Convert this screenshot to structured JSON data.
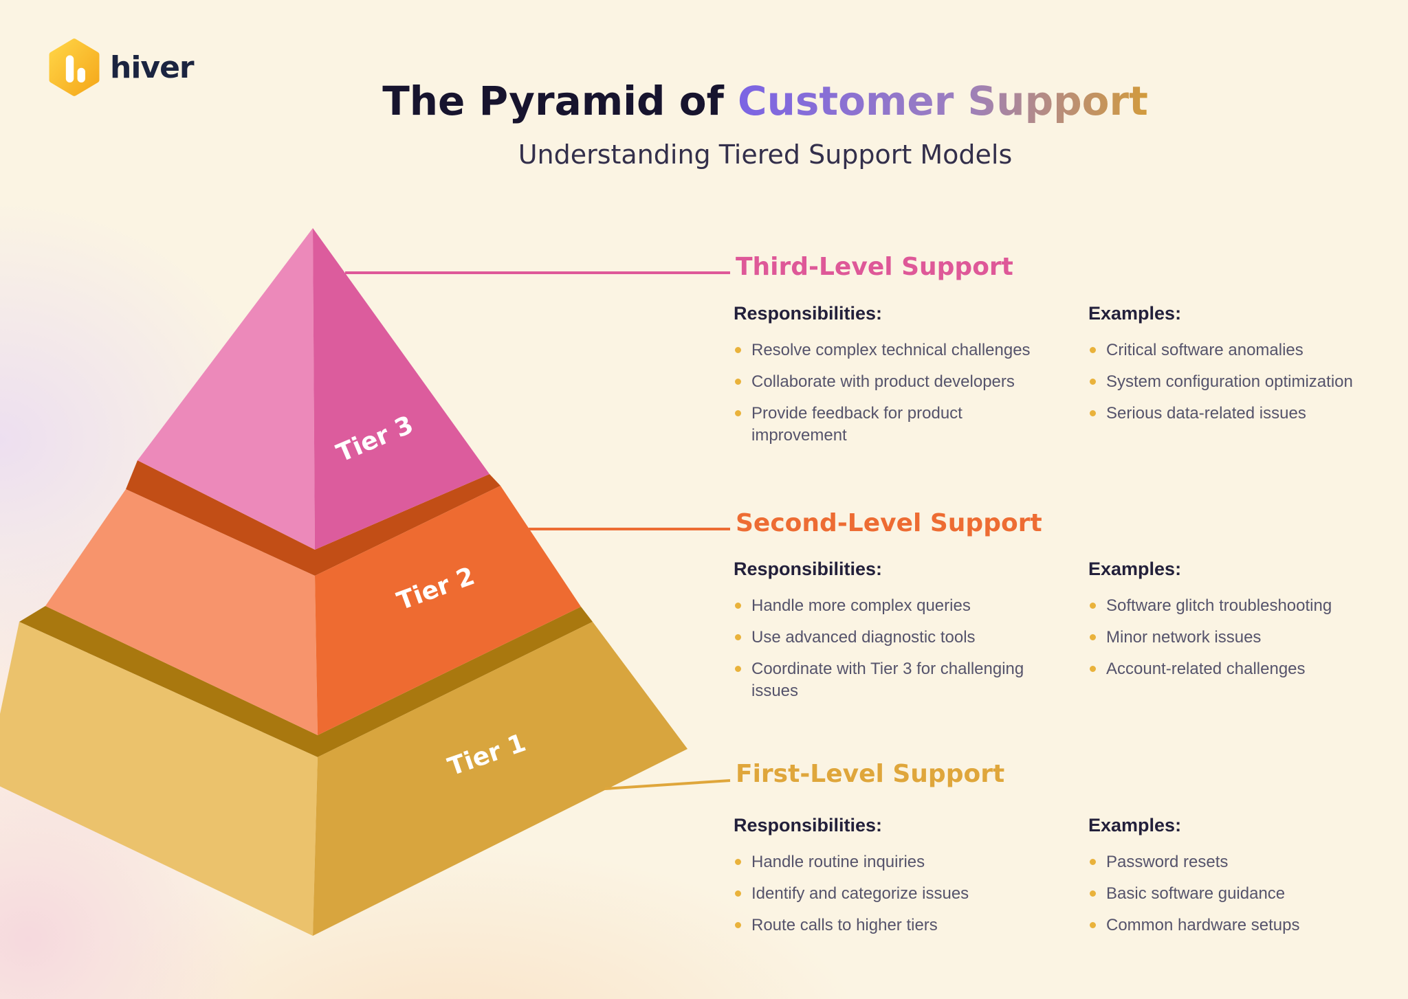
{
  "brand": {
    "logo_text": "hiver",
    "logo_icon": "hiver-hexagon-icon"
  },
  "header": {
    "title_prefix": "The Pyramid of ",
    "title_highlight": "Customer Support",
    "subtitle": "Understanding Tiered Support Models"
  },
  "pyramid": {
    "tier_labels": [
      "Tier 3",
      "Tier 2",
      "Tier 1"
    ]
  },
  "sections": [
    {
      "heading": "Third-Level Support",
      "responsibilities": {
        "title": "Responsibilities:",
        "items": [
          "Resolve complex technical challenges",
          "Collaborate with product developers",
          "Provide feedback for product improvement"
        ]
      },
      "examples": {
        "title": "Examples:",
        "items": [
          "Critical software anomalies",
          "System configuration optimization",
          "Serious data-related issues"
        ]
      }
    },
    {
      "heading": "Second-Level Support",
      "responsibilities": {
        "title": "Responsibilities:",
        "items": [
          "Handle more complex queries",
          "Use advanced diagnostic tools",
          "Coordinate with Tier 3 for challenging issues"
        ]
      },
      "examples": {
        "title": "Examples:",
        "items": [
          "Software glitch troubleshooting",
          "Minor network issues",
          "Account-related challenges"
        ]
      }
    },
    {
      "heading": "First-Level Support",
      "responsibilities": {
        "title": "Responsibilities:",
        "items": [
          "Handle routine inquiries",
          "Identify and categorize issues",
          "Route calls to higher tiers"
        ]
      },
      "examples": {
        "title": "Examples:",
        "items": [
          "Password resets",
          "Basic software guidance",
          "Common hardware setups"
        ]
      }
    }
  ],
  "colors": {
    "bg": "#FBF4E3",
    "title_dark": "#17142E",
    "grad_start": "#7B64E4",
    "grad_mid": "#9C7FBE",
    "grad_end": "#D29B3C",
    "subtitle_color": "#332F4B",
    "heading_pink": "#DE5898",
    "heading_orange": "#ED6C33",
    "heading_gold": "#DFA63B",
    "tier3_left": "#EC89BA",
    "tier3_right": "#DC5C9D",
    "tier2_left": "#F7946C",
    "tier2_right": "#EE6B31",
    "tier1_left": "#EBC26C",
    "tier1_right": "#D8A53E",
    "band_dark_orange": "#C24E16",
    "band_dark_gold": "#A9780F",
    "text_heading": "#23203B",
    "text_body": "#55536B",
    "bullet_dot": "#E9B23B",
    "logo_hex_top": "#FFD446",
    "logo_hex_bottom": "#F5A81B",
    "logo_text_color": "#1B2440",
    "label_white": "#FFFFFF"
  }
}
